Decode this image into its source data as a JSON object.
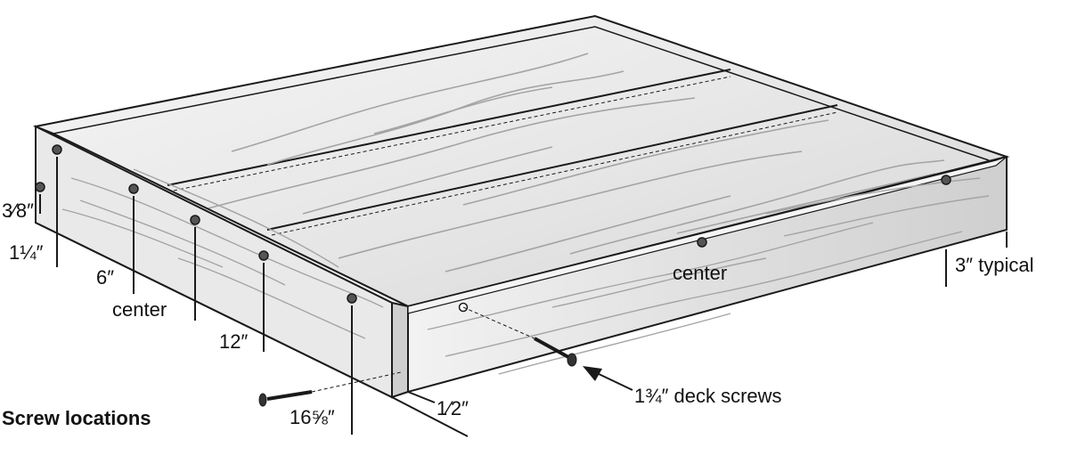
{
  "title": "Screw locations",
  "labels": {
    "three_eighths": "3⁄8″",
    "one_quarter": "1¼″",
    "six_in": "6″",
    "center_left": "center",
    "twelve_in": "12″",
    "sixteen_five_eighths": "16⅝″",
    "one_half": "1⁄2″",
    "center_right": "center",
    "three_typical": "3″ typical",
    "deck_screws": "1¾″ deck screws"
  },
  "colors": {
    "line": "#1a1a1a",
    "top_light": "#f4f4f4",
    "top_mid": "#e2e2e2",
    "side_front": "#dcdcdc",
    "side_left": "#e8e8e8",
    "grain": "#9a9a9a"
  }
}
